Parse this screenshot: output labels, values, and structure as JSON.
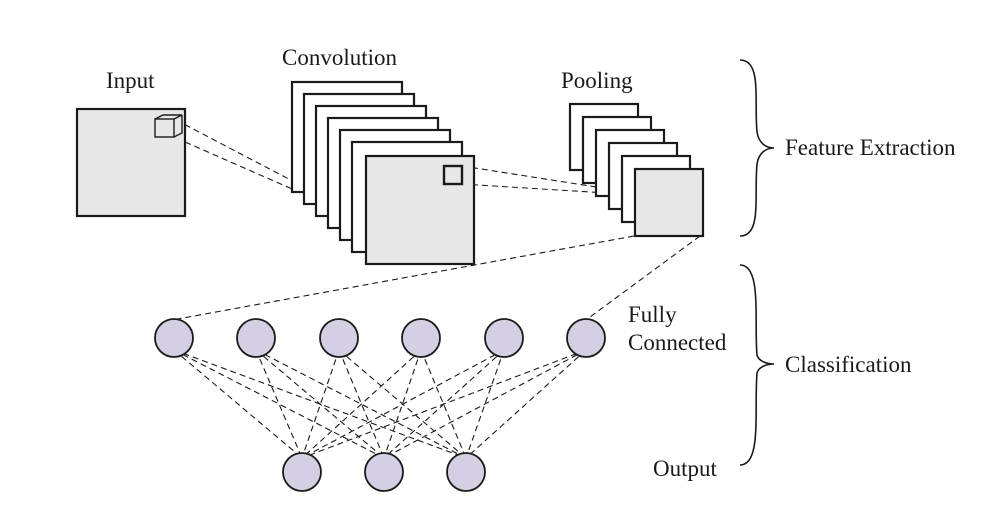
{
  "labels": {
    "input": "Input",
    "convolution": "Convolution",
    "pooling": "Pooling",
    "fully_connected_line1": "Fully",
    "fully_connected_line2": "Connected",
    "output": "Output",
    "feature_extraction": "Feature Extraction",
    "classification": "Classification"
  },
  "structure": {
    "convolution_feature_maps": 7,
    "pooling_feature_maps": 6,
    "fully_connected_nodes": 6,
    "output_nodes": 3
  },
  "colors": {
    "map_fill": "#e6e7e6",
    "node_fill": "#d4cfe2",
    "stroke": "#1a1a1a"
  }
}
